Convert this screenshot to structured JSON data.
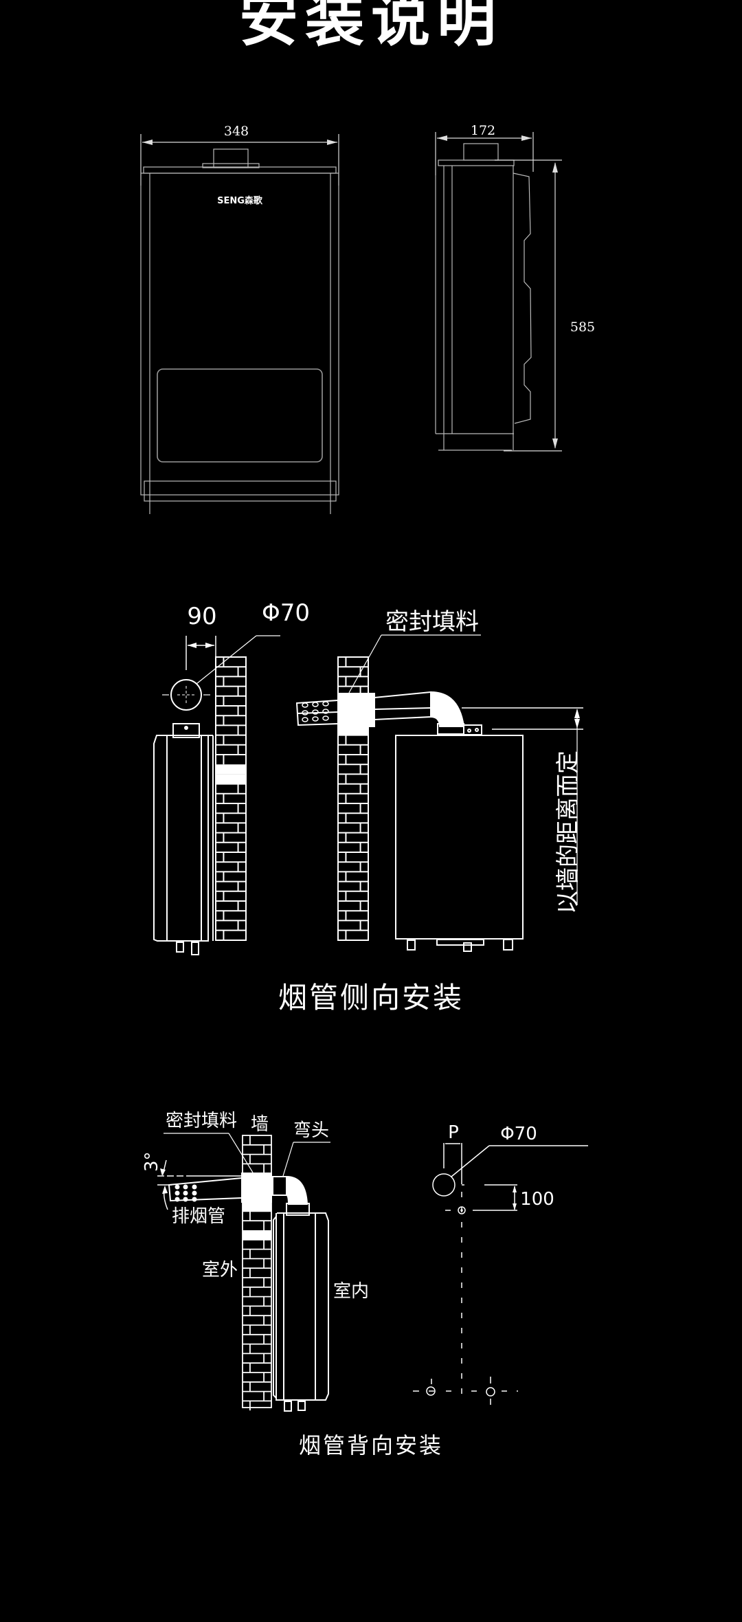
{
  "page": {
    "title": "安装说明",
    "background": "#000000",
    "line_color": "#ffffff"
  },
  "dimension_drawing": {
    "brand_logo": "SENG森歌",
    "width_label": "348",
    "depth_label": "172",
    "height_label": "585"
  },
  "side_install": {
    "offset_label": "90",
    "pipe_diameter_label": "Φ70",
    "seal_label": "密封填料",
    "distance_note": "以墙的距离而定",
    "caption": "烟管侧向安装"
  },
  "back_install": {
    "seal_label": "密封填料",
    "wall_label": "墙",
    "elbow_label": "弯头",
    "angle_label": "3°",
    "exhaust_pipe_label": "排烟管",
    "outdoor_label": "室外",
    "indoor_label": "室内",
    "p_label": "P",
    "pipe_diameter_label": "Φ70",
    "vertical_offset_label": "100",
    "caption": "烟管背向安装"
  }
}
